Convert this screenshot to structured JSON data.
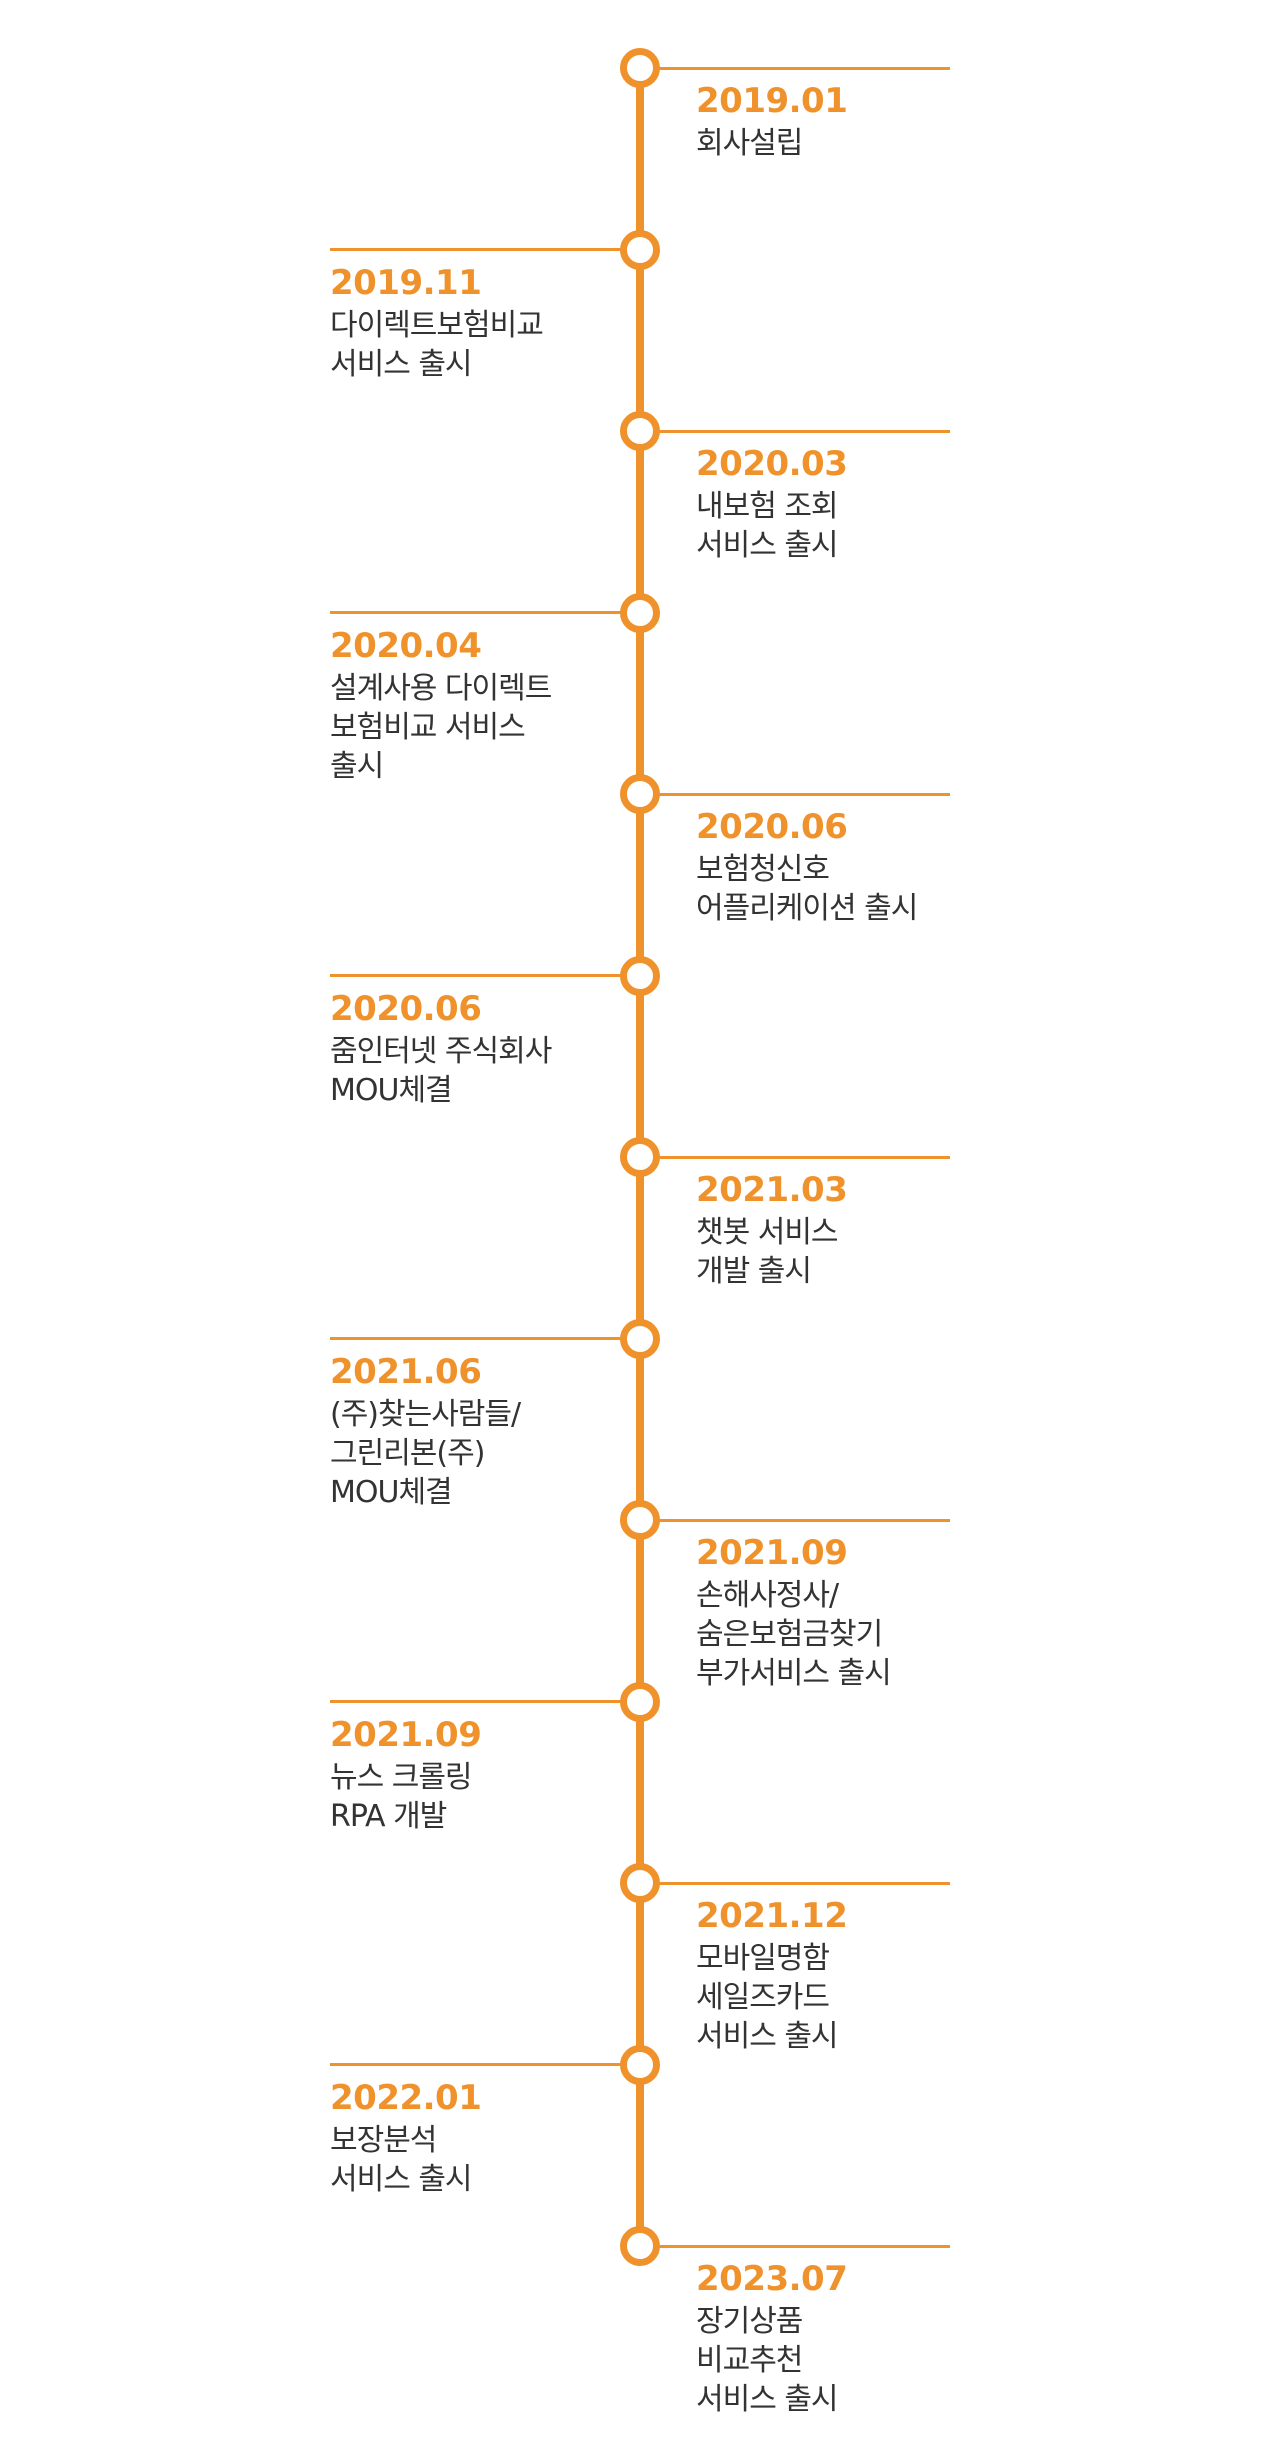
{
  "colors": {
    "accent": "#F0922B",
    "text": "#333333",
    "background": "#ffffff"
  },
  "timeline": {
    "entries": [
      {
        "side": "right",
        "date": "2019.01",
        "lines": [
          "회사설립"
        ]
      },
      {
        "side": "left",
        "date": "2019.11",
        "lines": [
          "다이렉트보험비교",
          "서비스 출시"
        ]
      },
      {
        "side": "right",
        "date": "2020.03",
        "lines": [
          "내보험 조회",
          "서비스 출시"
        ]
      },
      {
        "side": "left",
        "date": "2020.04",
        "lines": [
          "설계사용 다이렉트",
          "보험비교 서비스",
          "출시"
        ]
      },
      {
        "side": "right",
        "date": "2020.06",
        "lines": [
          "보험청신호",
          "어플리케이션 출시"
        ]
      },
      {
        "side": "left",
        "date": "2020.06",
        "lines": [
          "줌인터넷 주식회사",
          "MOU체결"
        ]
      },
      {
        "side": "right",
        "date": "2021.03",
        "lines": [
          "챗봇 서비스",
          "개발 출시"
        ]
      },
      {
        "side": "left",
        "date": "2021.06",
        "lines": [
          "(주)찾는사람들/",
          "그린리본(주)",
          "MOU체결"
        ]
      },
      {
        "side": "right",
        "date": "2021.09",
        "lines": [
          "손해사정사/",
          "숨은보험금찾기",
          "부가서비스 출시"
        ]
      },
      {
        "side": "left",
        "date": "2021.09",
        "lines": [
          "뉴스 크롤링",
          "RPA 개발"
        ]
      },
      {
        "side": "right",
        "date": "2021.12",
        "lines": [
          "모바일명함",
          "세일즈카드",
          "서비스 출시"
        ]
      },
      {
        "side": "left",
        "date": "2022.01",
        "lines": [
          "보장분석",
          "서비스 출시"
        ]
      },
      {
        "side": "right",
        "date": "2023.07",
        "lines": [
          "장기상품",
          "비교추천",
          "서비스 출시"
        ]
      }
    ]
  }
}
